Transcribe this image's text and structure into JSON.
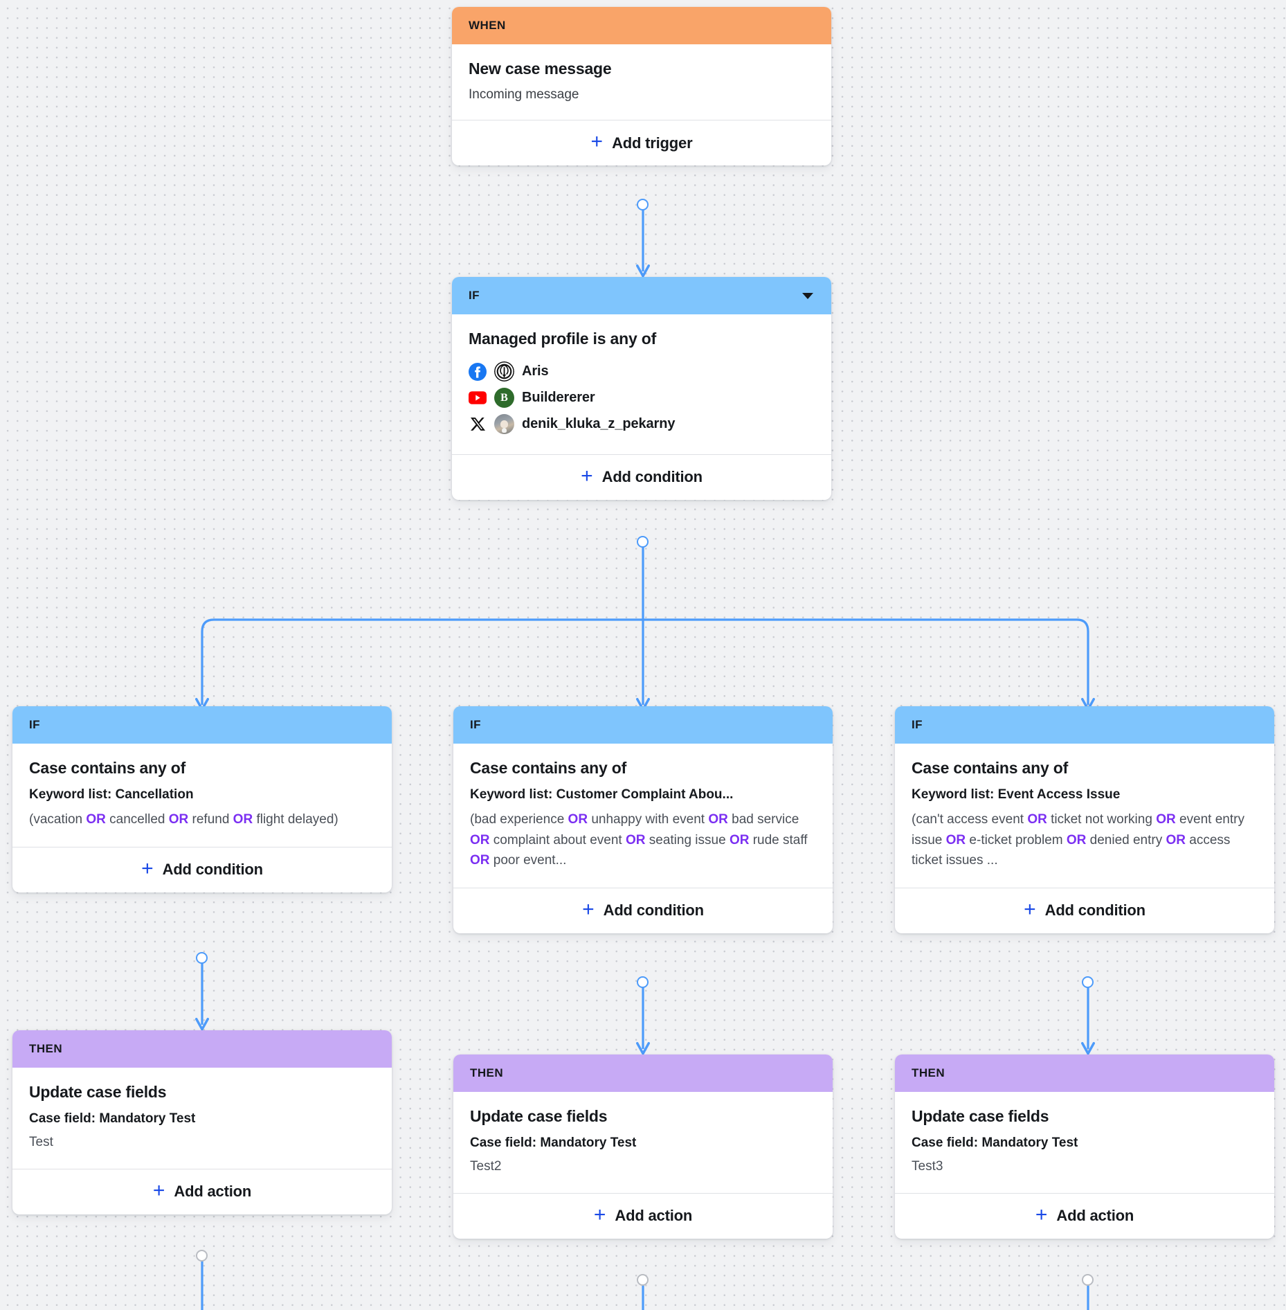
{
  "colors": {
    "canvas_bg": "#f1f2f4",
    "when_header": "#f9a469",
    "if_header": "#7fc5fd",
    "then_header": "#c7aaf5",
    "connector": "#4d9bfa",
    "link_blue": "#1a49e6",
    "operator_purple": "#7b2ff2"
  },
  "nodes": {
    "trigger": {
      "header": "WHEN",
      "title": "New case message",
      "subtitle": "Incoming message",
      "footer": "Add trigger",
      "footer_icon": "plus-icon"
    },
    "root_condition": {
      "header": "IF",
      "header_icon": "chevron-down-icon",
      "title": "Managed profile is any of",
      "footer": "Add condition",
      "footer_icon": "plus-icon",
      "profiles": [
        {
          "platform": "facebook-icon",
          "avatar": "jedi-order-avatar",
          "name": "Aris"
        },
        {
          "platform": "youtube-icon",
          "avatar": "letter-b-avatar",
          "avatar_letter": "B",
          "name": "Buildererer"
        },
        {
          "platform": "x-twitter-icon",
          "avatar": "photo-avatar",
          "name": "denik_kluka_z_pekarny"
        }
      ]
    },
    "branches": [
      {
        "condition": {
          "header": "IF",
          "title": "Case contains any of",
          "field_label": "Keyword list: Cancellation",
          "keywords_prefix": "(vacation ",
          "keywords_parts": [
            "vacation",
            "cancelled",
            "refund",
            "flight delayed)"
          ],
          "operator": "OR",
          "footer": "Add condition",
          "footer_icon": "plus-icon"
        },
        "action": {
          "header": "THEN",
          "title": "Update case fields",
          "field_label": "Case field: Mandatory Test",
          "value": "Test",
          "footer": "Add action",
          "footer_icon": "plus-icon"
        }
      },
      {
        "condition": {
          "header": "IF",
          "title": "Case contains any of",
          "field_label": "Keyword list: Customer Complaint Abou...",
          "keywords_parts": [
            "bad experience",
            "unhappy with event",
            "bad service",
            "complaint about event",
            "seating issue",
            "rude staff",
            "poor event..."
          ],
          "operator": "OR",
          "footer": "Add condition",
          "footer_icon": "plus-icon"
        },
        "action": {
          "header": "THEN",
          "title": "Update case fields",
          "field_label": "Case field: Mandatory Test",
          "value": "Test2",
          "footer": "Add action",
          "footer_icon": "plus-icon"
        }
      },
      {
        "condition": {
          "header": "IF",
          "title": "Case contains any of",
          "field_label": "Keyword list: Event Access Issue",
          "keywords_parts": [
            "can't access event",
            "ticket not working",
            "event entry issue",
            "e-ticket problem",
            "denied entry",
            "access ticket issues ..."
          ],
          "operator": "OR",
          "footer": "Add condition",
          "footer_icon": "plus-icon"
        },
        "action": {
          "header": "THEN",
          "title": "Update case fields",
          "field_label": "Case field: Mandatory Test",
          "value": "Test3",
          "footer": "Add action",
          "footer_icon": "plus-icon"
        }
      }
    ]
  }
}
